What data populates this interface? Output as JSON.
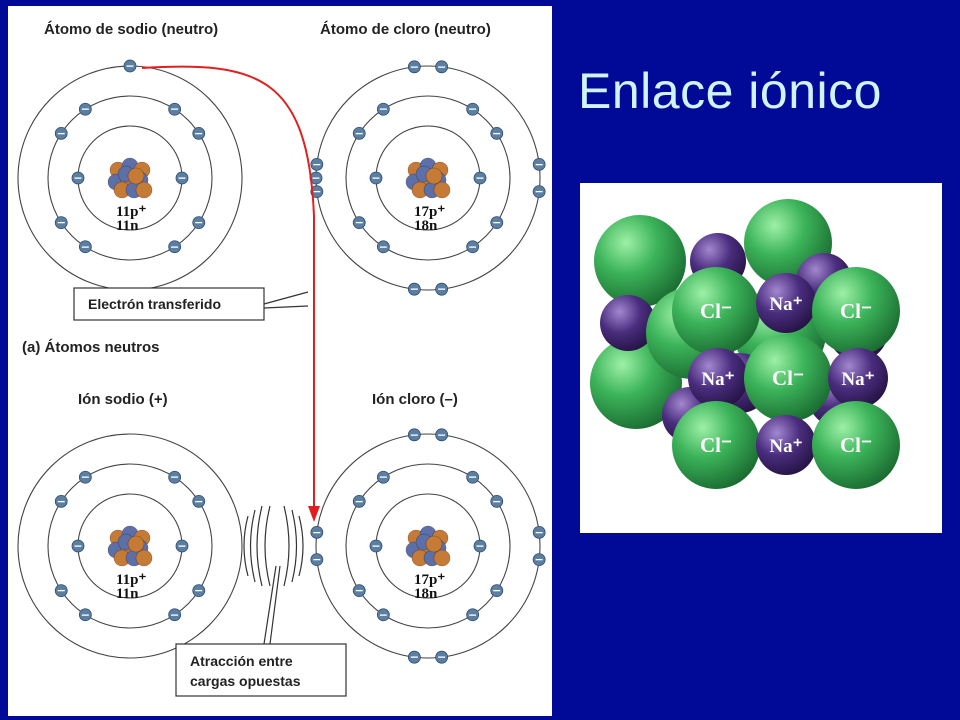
{
  "slide": {
    "title": "Enlace iónico",
    "background_color": "#000a96",
    "title_color": "#d0f4ff"
  },
  "diagram": {
    "panel_a": {
      "sodium_atom_title": "Átomo de sodio (neutro)",
      "chlorine_atom_title": "Átomo de cloro (neutro)",
      "sodium_nucleus": [
        "11p⁺",
        "11n"
      ],
      "chlorine_nucleus": [
        "17p⁺",
        "18n"
      ],
      "transfer_label": "Electrón transferido",
      "caption": "(a) Átomos neutros"
    },
    "panel_b": {
      "sodium_ion_title": "Ión sodio (+)",
      "chlorine_ion_title": "Ión cloro (–)",
      "sodium_nucleus": [
        "11p⁺",
        "11n"
      ],
      "chlorine_nucleus": [
        "17p⁺",
        "18n"
      ],
      "attraction_label": [
        "Atracción entre",
        "cargas opuestas"
      ]
    },
    "electron_symbol": "−",
    "arrow_color": "#e02020",
    "electron_color": "#5b7ea3"
  },
  "crystal": {
    "cl_label": "Cl⁻",
    "na_label": "Na⁺",
    "cl_color": "#3cb45a",
    "na_color": "#4a2d7e"
  }
}
